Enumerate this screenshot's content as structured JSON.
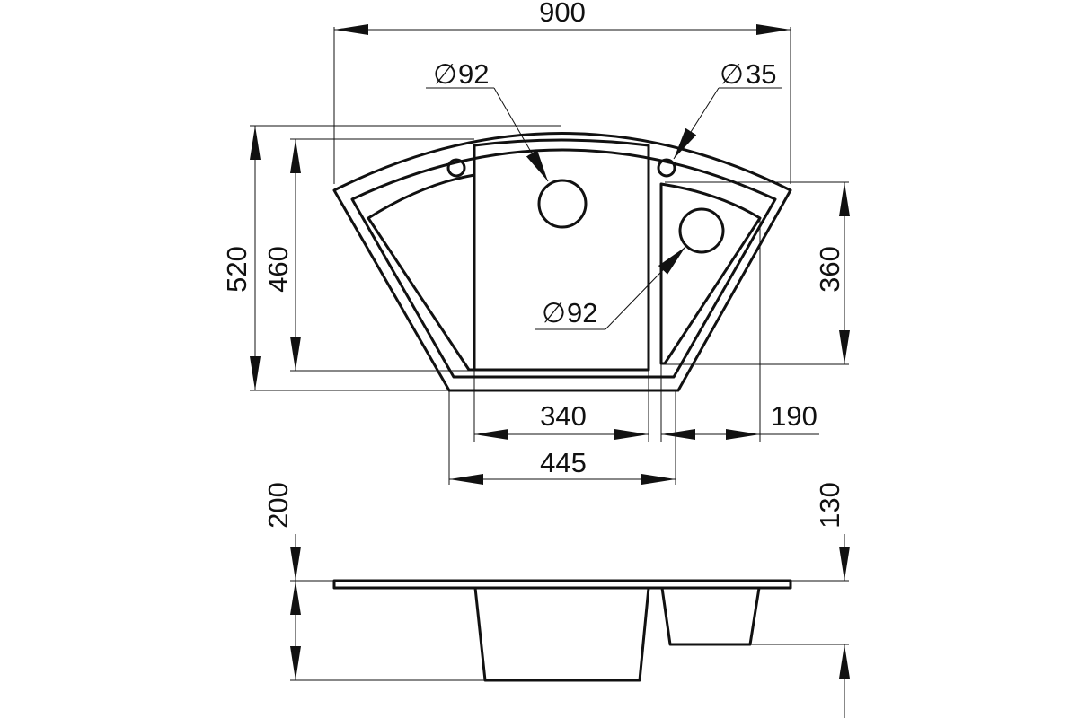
{
  "drawing": {
    "dimensions": {
      "overall_width": "900",
      "overall_depth": "520",
      "bowl_depth_left": "460",
      "bowl_depth_right": "360",
      "main_bowl_width": "340",
      "small_bowl_width": "190",
      "front_width": "445",
      "total_height": "200",
      "small_bowl_height": "130"
    },
    "holes": {
      "drain_main": "92",
      "drain_small": "92",
      "tap_hole": "35"
    },
    "diameter_symbol": "∅"
  }
}
